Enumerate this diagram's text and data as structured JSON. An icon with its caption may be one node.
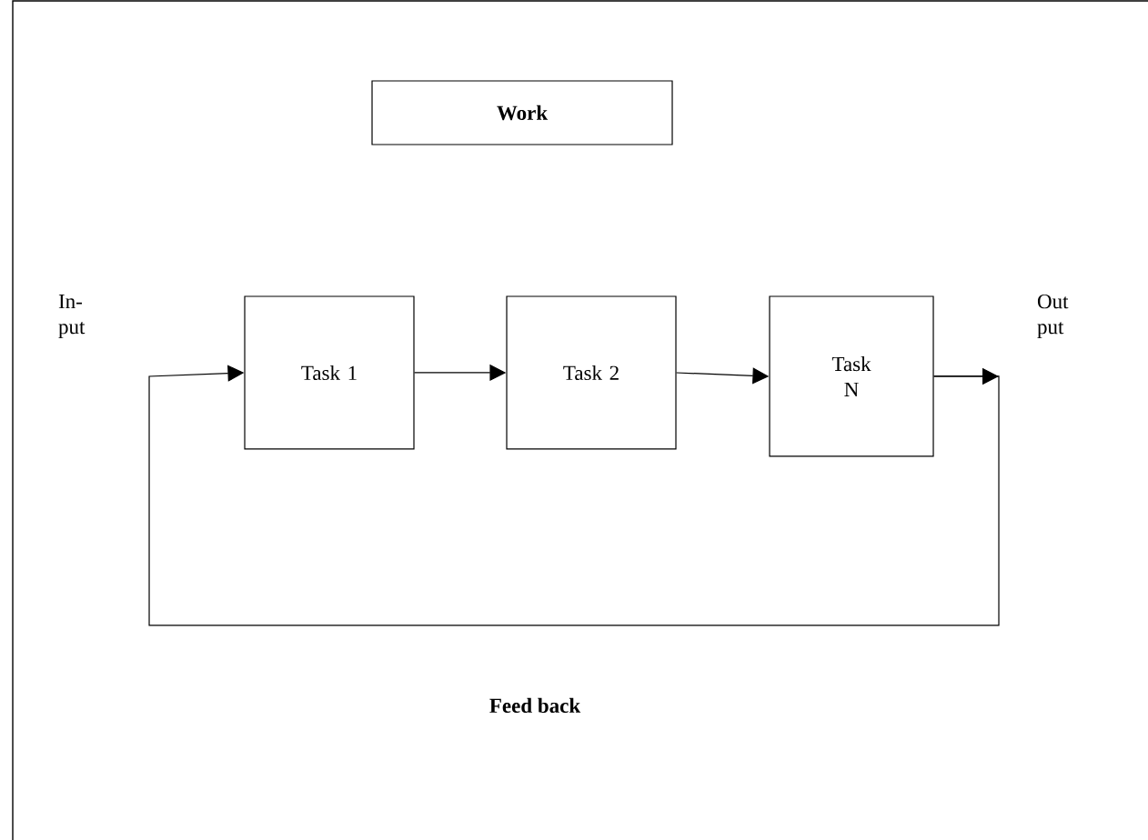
{
  "diagram": {
    "nodes": [
      {
        "text": [
          "Work"
        ]
      },
      {
        "text": [
          "Task 1"
        ]
      },
      {
        "text": [
          "Task 2"
        ]
      },
      {
        "text": [
          "Task N"
        ]
      }
    ],
    "edges": [
      {
        "from": 1,
        "to": 2,
        "arrow": "to"
      },
      {
        "from": 2,
        "to": 3,
        "arrow": "to"
      },
      {
        "from": 3,
        "to": null,
        "arrow": "to"
      },
      {
        "from": 3,
        "to": 1,
        "arrow": "to"
      }
    ],
    "labels": [
      "In- put",
      "Out put",
      "Feed back"
    ]
  }
}
